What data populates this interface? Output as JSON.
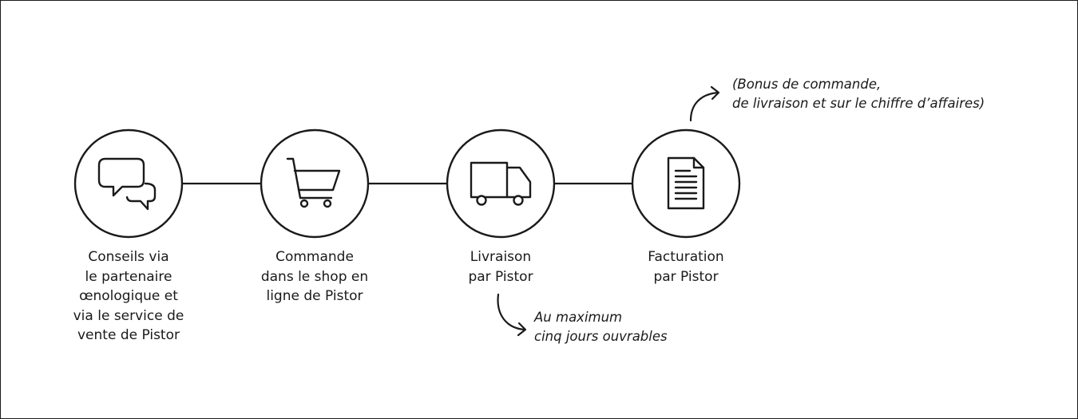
{
  "colors": {
    "ink": "#1a1a1a",
    "background": "#ffffff"
  },
  "steps": [
    {
      "icon": "chat-bubbles-icon",
      "label": "Conseils via\nle partenaire\nœnologique et\nvia le service de\nvente de Pistor"
    },
    {
      "icon": "shopping-cart-icon",
      "label": "Commande\ndans le shop en\nligne de Pistor"
    },
    {
      "icon": "delivery-truck-icon",
      "label": "Livraison\npar Pistor"
    },
    {
      "icon": "invoice-document-icon",
      "label": "Facturation\npar Pistor"
    }
  ],
  "notes": {
    "delivery": "Au maximum\ncinq jours ouvrables",
    "billing": "(Bonus de commande,\nde livraison et sur le chiffre d’affaires)"
  }
}
